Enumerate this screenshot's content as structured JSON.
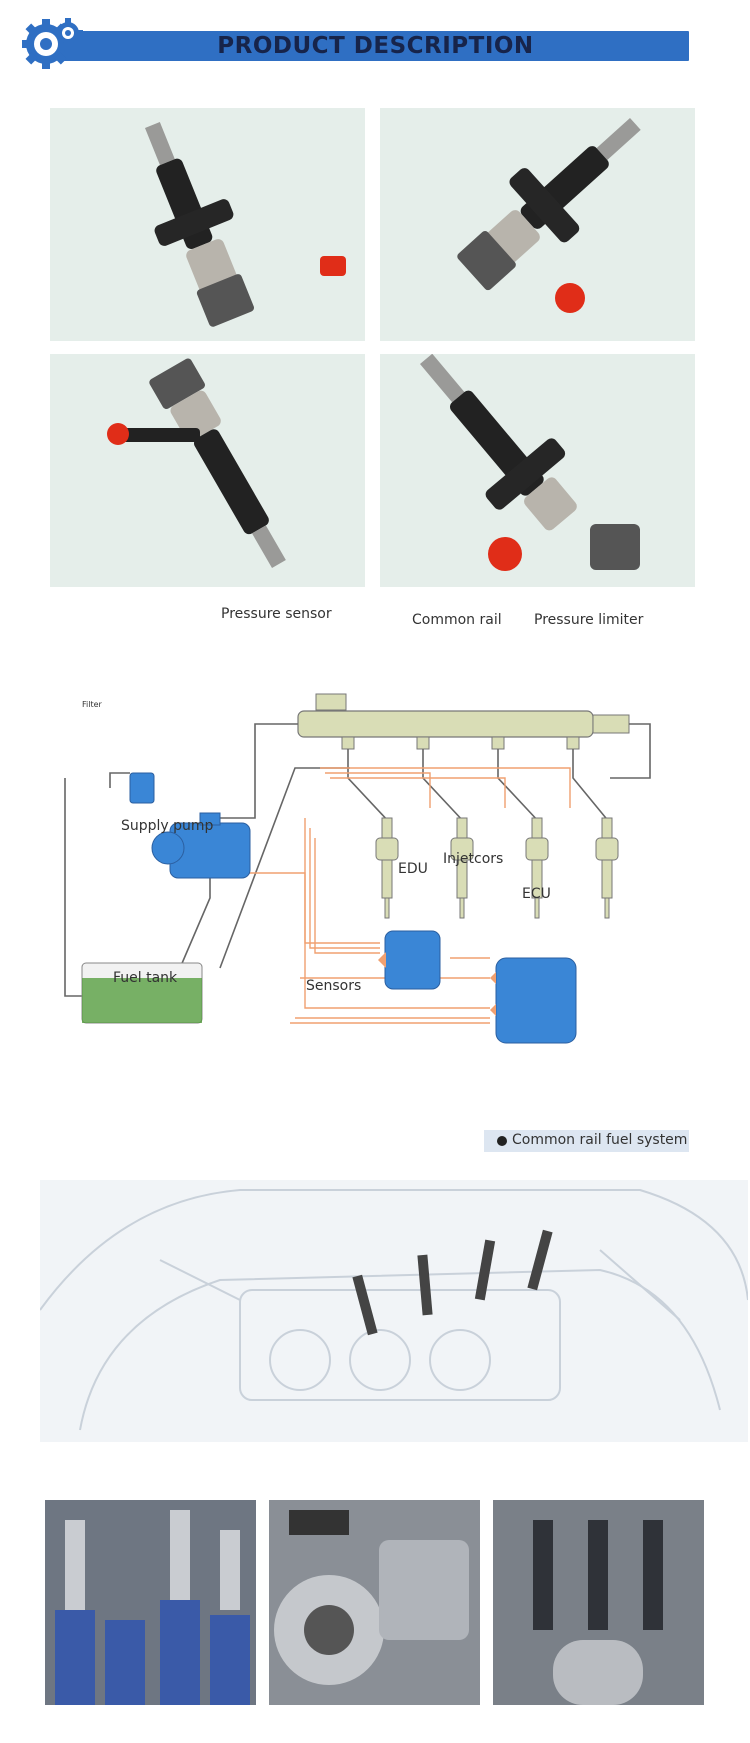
{
  "header": {
    "title": "PRODUCT DESCRIPTION",
    "bar_color": "#2f6fc3",
    "logo_icon": "gears-icon"
  },
  "diagram": {
    "labels": {
      "pressure_sensor": "Pressure sensor",
      "common_rail": "Common rail",
      "pressure_limiter": "Pressure limiter",
      "filter": "Filter",
      "supply_pump": "Supply pump",
      "injectors": "Injetcors",
      "edu": "EDU",
      "ecu": "ECU",
      "fuel_tank": "Fuel tank",
      "sensors": "Sensors"
    },
    "legend": "Common rail fuel system"
  },
  "colors": {
    "accent": "#2f6fc3",
    "wire_orange": "#f0a070",
    "unit_blue": "#3a86d6",
    "tank_green": "#4e9a35"
  }
}
